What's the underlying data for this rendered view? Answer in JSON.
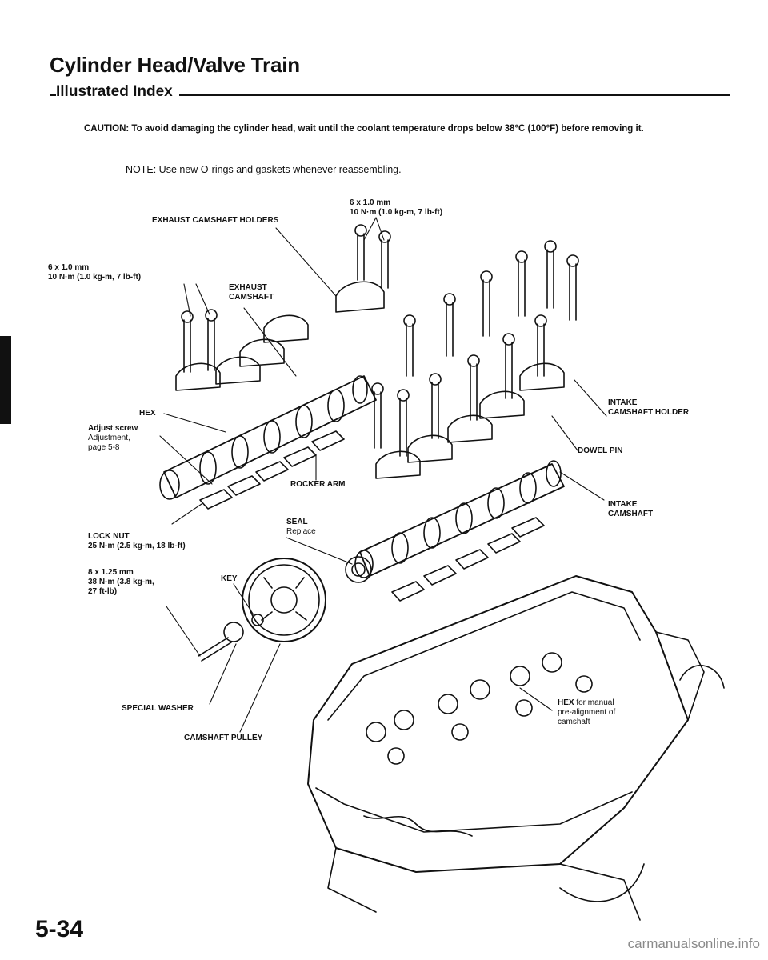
{
  "page": {
    "title": "Cylinder Head/Valve Train",
    "subtitle": "Illustrated Index",
    "caution_label": "CAUTION:",
    "caution_text": "To avoid damaging the cylinder head, wait until the coolant temperature drops below 38°C (100°F) before removing it.",
    "note": "NOTE:  Use new O-rings and gaskets whenever reassembling.",
    "page_number": "5-34",
    "watermark": "carmanualsonline.info"
  },
  "callouts": {
    "bolt_top": {
      "line1": "6 x 1.0 mm",
      "line2": "10 N·m (1.0 kg-m, 7 lb-ft)"
    },
    "exhaust_holders": "EXHAUST CAMSHAFT HOLDERS",
    "bolt_left": {
      "line1": "6 x 1.0 mm",
      "line2": "10 N·m (1.0 kg-m, 7 lb-ft)"
    },
    "exhaust_camshaft": {
      "line1": "EXHAUST",
      "line2": "CAMSHAFT"
    },
    "hex": "HEX",
    "adjust_screw": {
      "line1": "Adjust screw",
      "line2": "Adjustment,",
      "line3": "page 5-8"
    },
    "rocker_arm": "ROCKER ARM",
    "intake_holder": {
      "line1": "INTAKE",
      "line2": "CAMSHAFT HOLDER"
    },
    "dowel_pin": "DOWEL PIN",
    "intake_camshaft": {
      "line1": "INTAKE",
      "line2": "CAMSHAFT"
    },
    "lock_nut": {
      "line1": "LOCK NUT",
      "line2": "25 N·m (2.5 kg-m, 18 lb-ft)"
    },
    "seal": {
      "line1": "SEAL",
      "line2": "Replace"
    },
    "pulley_bolt": {
      "line1": "8 x 1.25 mm",
      "line2": "38 N·m (3.8 kg-m,",
      "line3": "27 ft-lb)"
    },
    "key": "KEY",
    "special_washer": "SPECIAL WASHER",
    "hex_manual": {
      "bold": "HEX",
      "line1": " for manual",
      "line2": "pre-alignment of",
      "line3": "camshaft"
    },
    "camshaft_pulley": "CAMSHAFT PULLEY"
  }
}
